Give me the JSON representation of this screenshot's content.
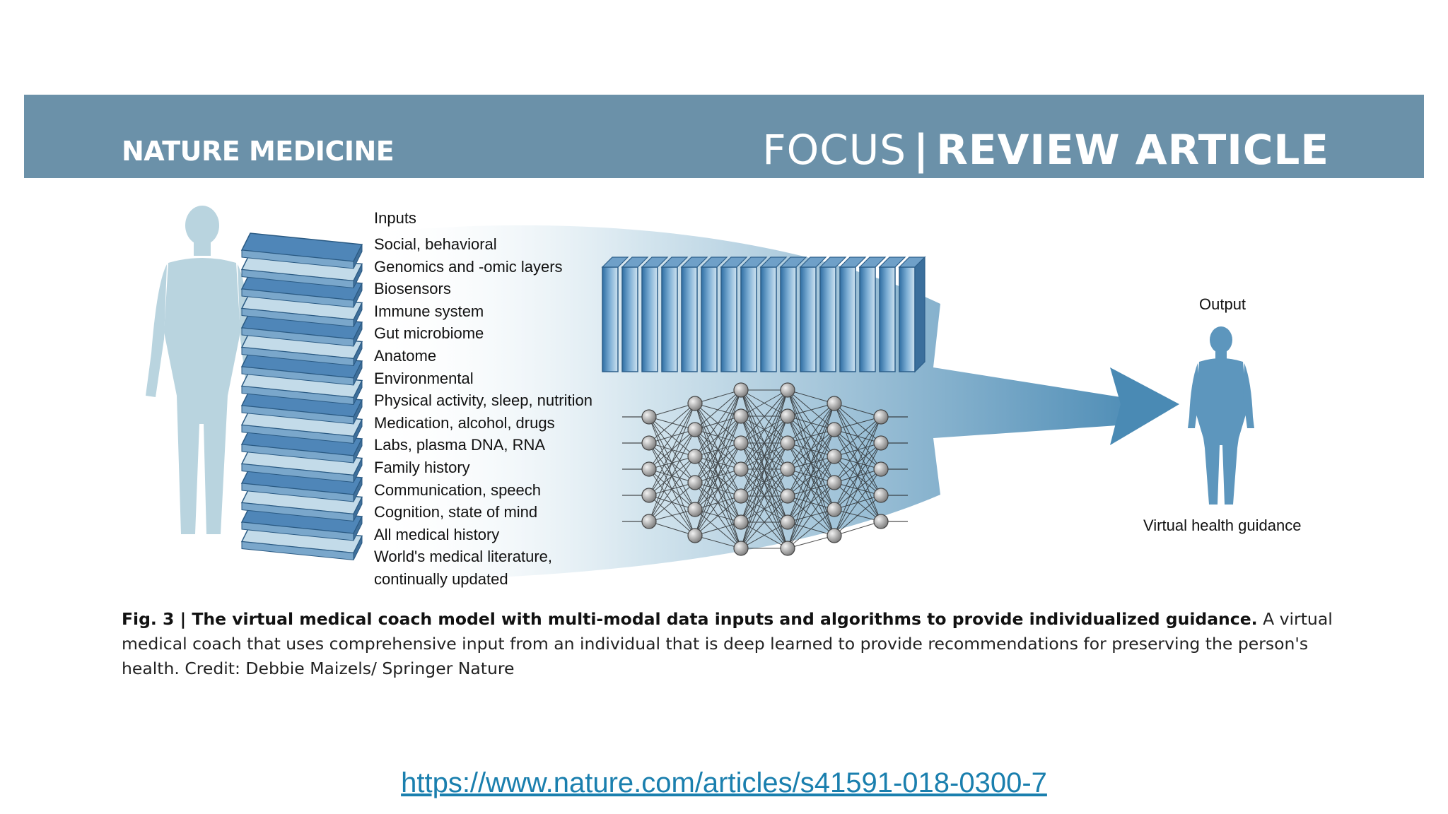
{
  "header": {
    "journal": "NATURE MEDICINE",
    "section_focus": "FOCUS",
    "section_separator": "|",
    "section_type": "REVIEW ARTICLE"
  },
  "figure": {
    "inputs_title": "Inputs",
    "inputs": [
      "Social, behavioral",
      "Genomics and -omic layers",
      "Biosensors",
      "Immune system",
      "Gut microbiome",
      "Anatome",
      "Environmental",
      "Physical activity, sleep, nutrition",
      "Medication, alcohol, drugs",
      "Labs, plasma DNA, RNA",
      "Family history",
      "Communication, speech",
      "Cognition, state of mind",
      "All medical history",
      "World's medical literature,",
      "continually updated"
    ],
    "output_title": "Output",
    "output_caption": "Virtual health guidance"
  },
  "caption": {
    "bold": "Fig. 3 | The virtual medical coach model with multi-modal data inputs and algorithms to provide individualized guidance.",
    "text": " A virtual medical coach that uses comprehensive input from an individual that is deep learned to provide recommendations for preserving the person's health. Credit: Debbie Maizels/ Springer Nature"
  },
  "link": {
    "url": "https://www.nature.com/articles/s41591-018-0300-7"
  },
  "colors": {
    "banner": "#6b91a9",
    "silhouette_left": "#b9d4df",
    "silhouette_right": "#5d96bd",
    "node": "#9a9a9a",
    "link": "#1a7fae"
  }
}
